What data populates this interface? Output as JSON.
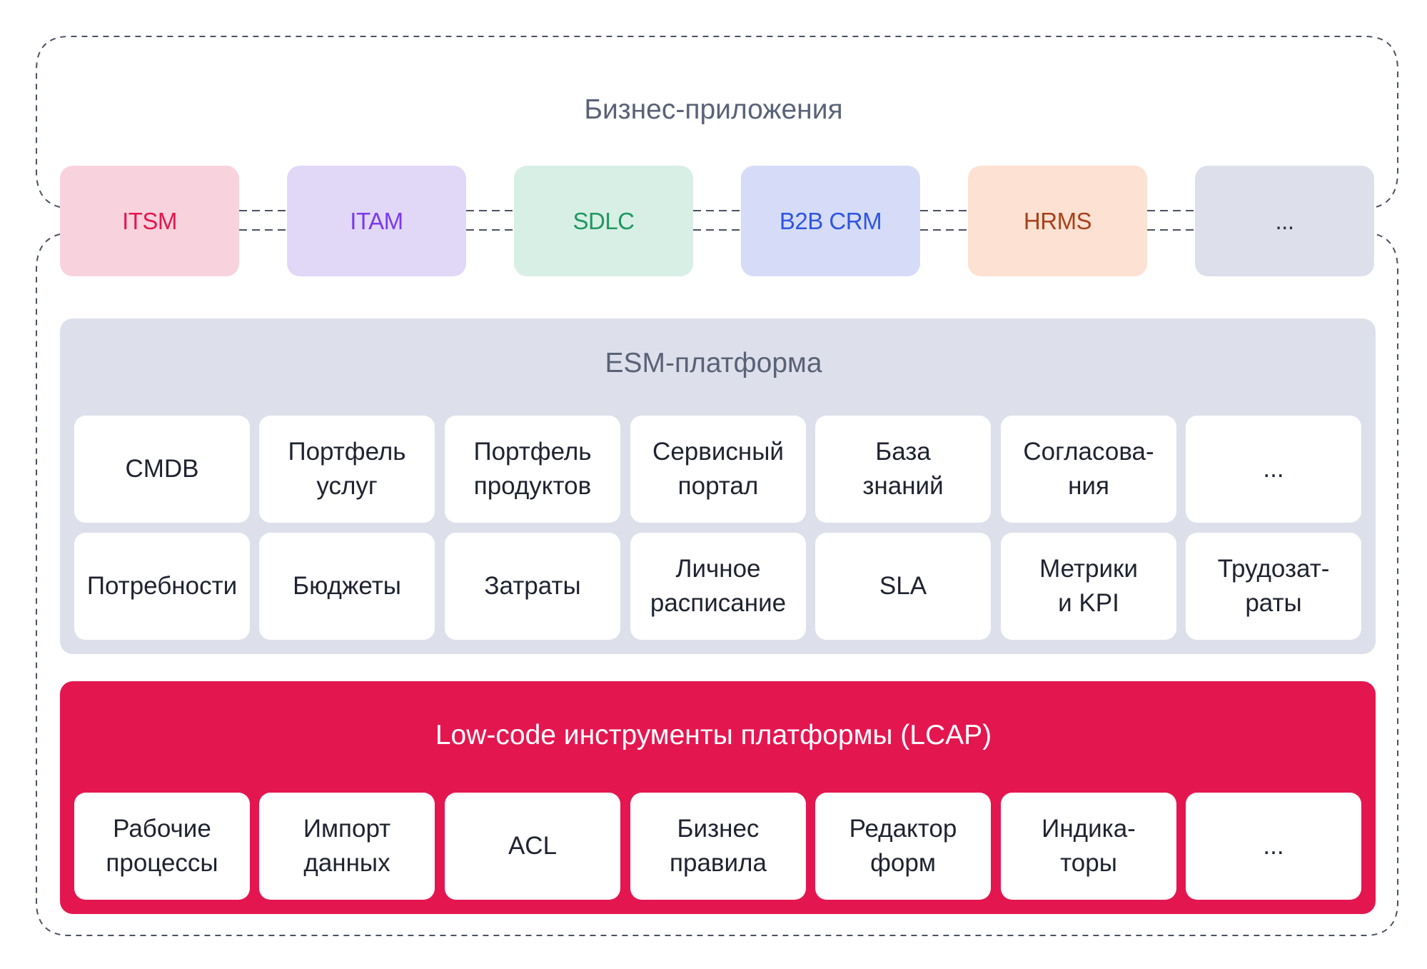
{
  "business_apps": {
    "title": "Бизнес-приложения",
    "items": [
      {
        "label": "ITSM",
        "bg": "#f8d3de",
        "fg": "#e4174f"
      },
      {
        "label": "ITAM",
        "bg": "#e1d7f7",
        "fg": "#7c3aed"
      },
      {
        "label": "SDLC",
        "bg": "#d8efe5",
        "fg": "#1f9760"
      },
      {
        "label": "B2B CRM",
        "bg": "#d6dcf8",
        "fg": "#2f55e0"
      },
      {
        "label": "HRMS",
        "bg": "#fde1d2",
        "fg": "#a8421b"
      },
      {
        "label": "...",
        "bg": "#dde0ea",
        "fg": "#2a2f3e"
      }
    ]
  },
  "esm": {
    "title": "ESM-платформа",
    "bg": "#dde0eb",
    "modules": [
      "CMDB",
      "Портфель\nуслуг",
      "Портфель\nпродуктов",
      "Сервисный\nпортал",
      "База\nзнаний",
      "Согласова-\nния",
      "...",
      "Потребности",
      "Бюджеты",
      "Затраты",
      "Личное\nрасписание",
      "SLA",
      "Метрики\nи KPI",
      "Трудозат-\nраты"
    ]
  },
  "lcap": {
    "title": "Low-code инструменты платформы (LCAP)",
    "bg": "#e41650",
    "tools": [
      "Рабочие\nпроцессы",
      "Импорт\nданных",
      "ACL",
      "Бизнес\nправила",
      "Редактор\nформ",
      "Индика-\nторы",
      "..."
    ]
  }
}
